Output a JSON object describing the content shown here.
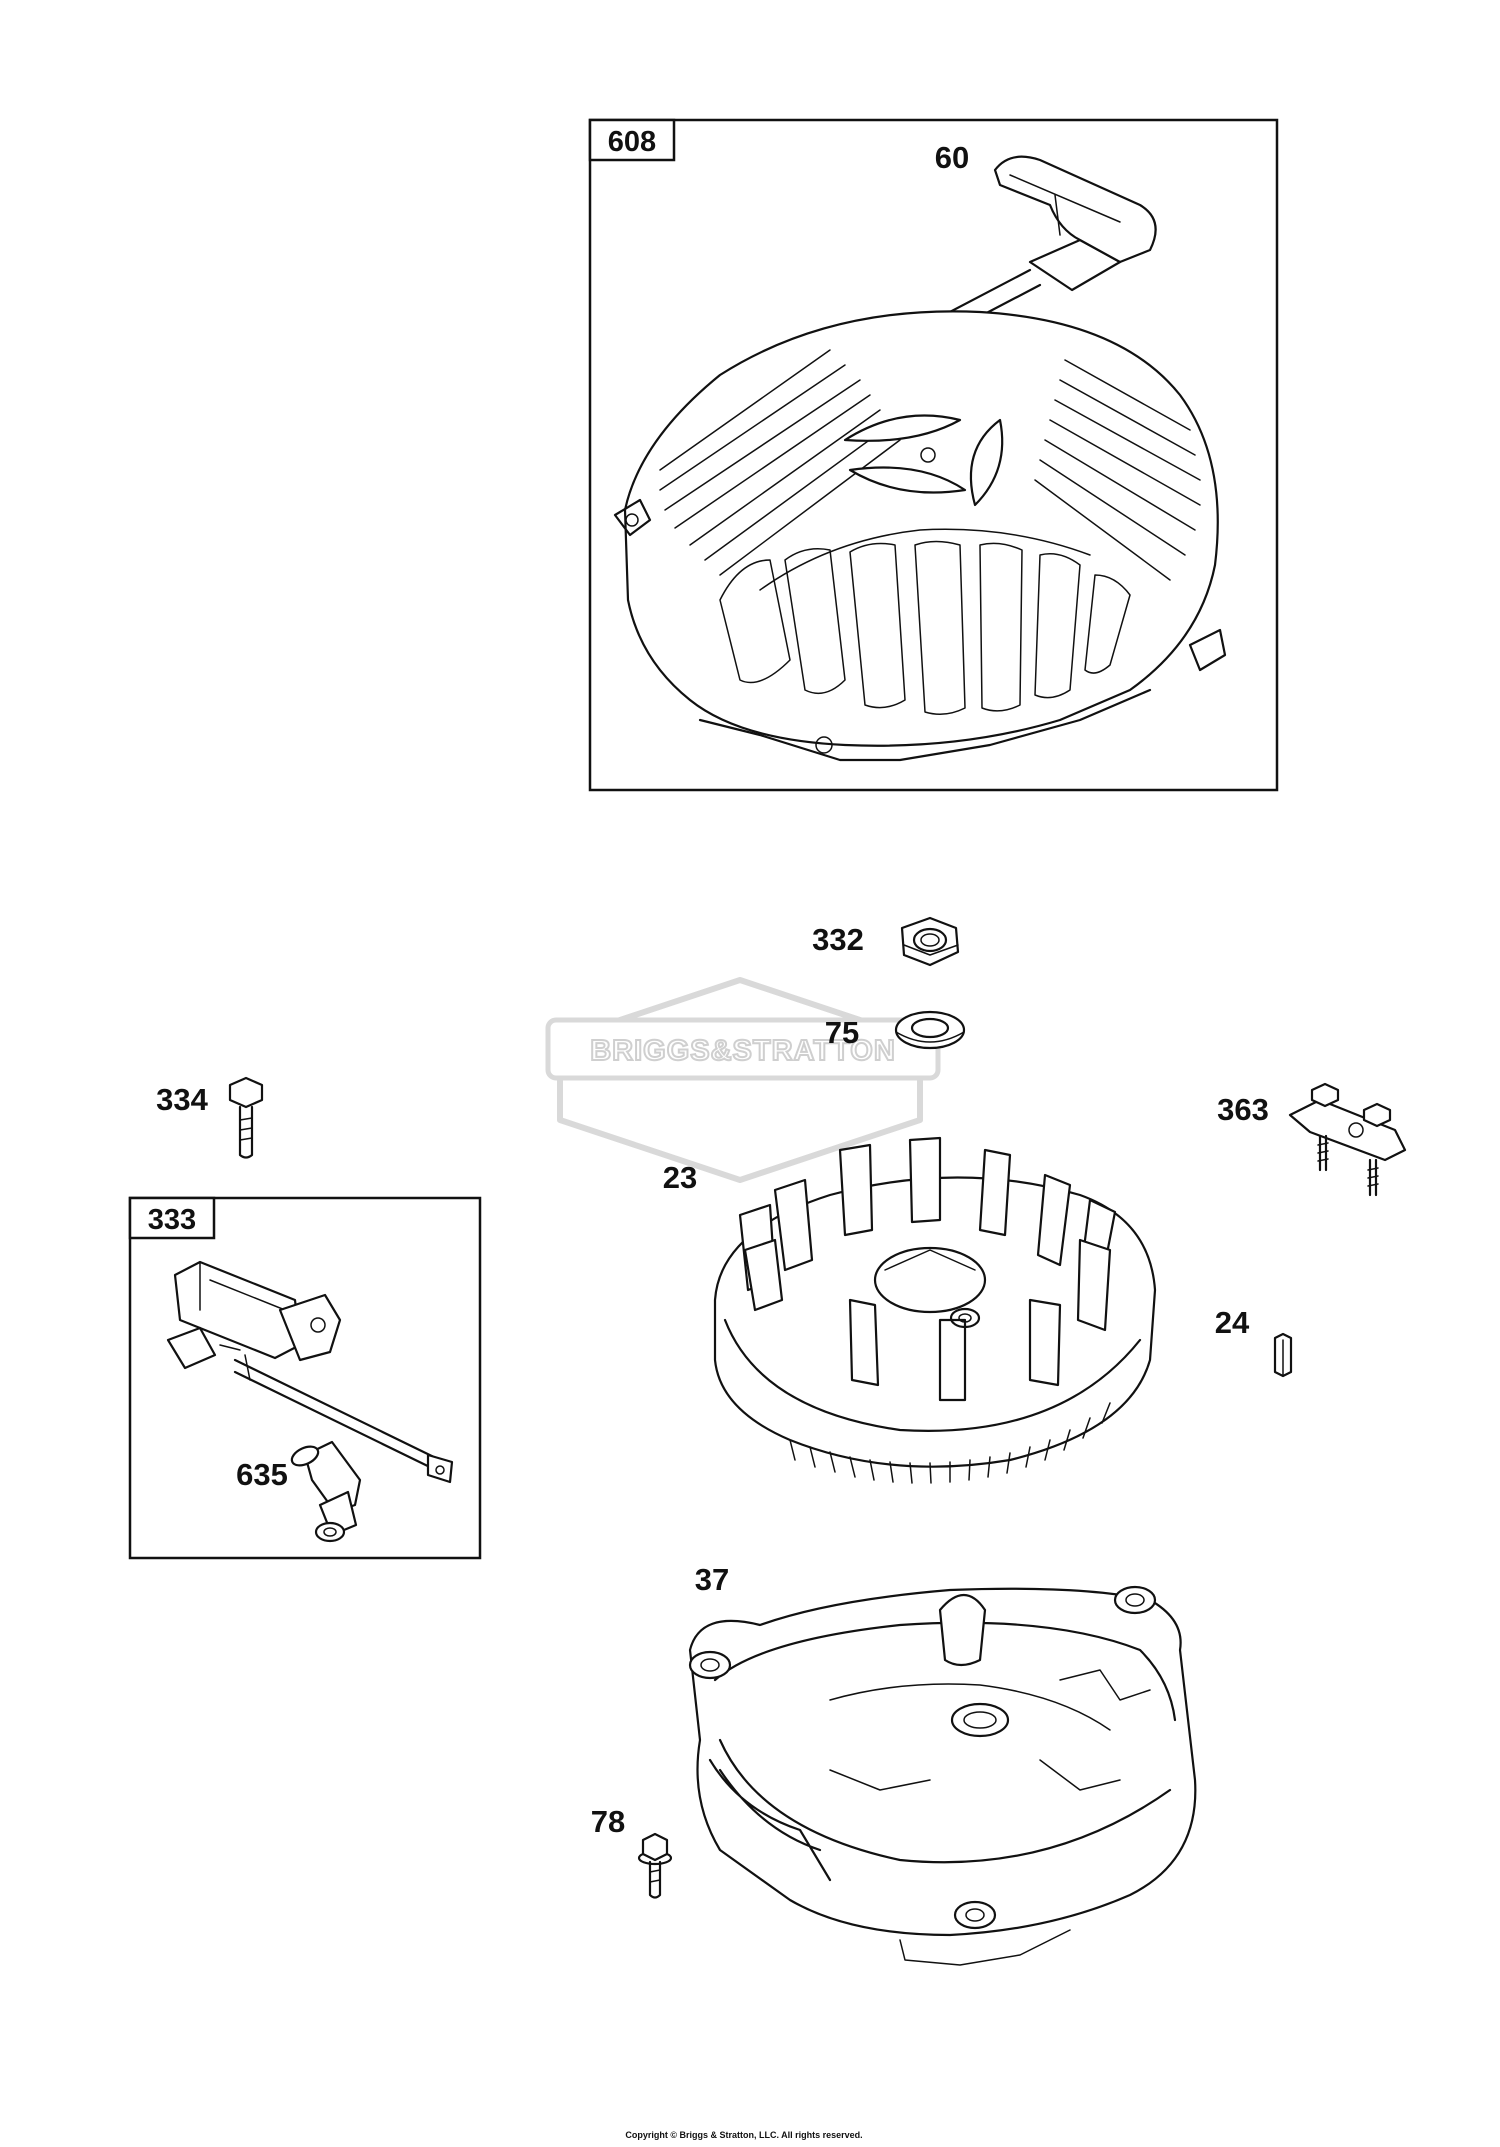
{
  "watermark": {
    "text": "BRIGGS&STRATTON"
  },
  "boxes": {
    "recoil": {
      "number": "608"
    },
    "ignition": {
      "number": "333"
    }
  },
  "callouts": {
    "handle": "60",
    "nut": "332",
    "washer": "75",
    "bolt_334": "334",
    "bracket": "363",
    "flywheel": "23",
    "key": "24",
    "spark_cap": "635",
    "housing": "37",
    "screw": "78"
  },
  "copyright": "Copyright © Briggs & Stratton, LLC. All rights reserved.",
  "icons": [
    "recoil-starter-icon",
    "starter-handle-icon",
    "hex-nut-icon",
    "flat-washer-icon",
    "hex-bolt-icon",
    "ground-bracket-icon",
    "flywheel-icon",
    "flywheel-key-icon",
    "ignition-armature-icon",
    "spark-plug-boot-icon",
    "blower-housing-icon",
    "screw-icon"
  ]
}
